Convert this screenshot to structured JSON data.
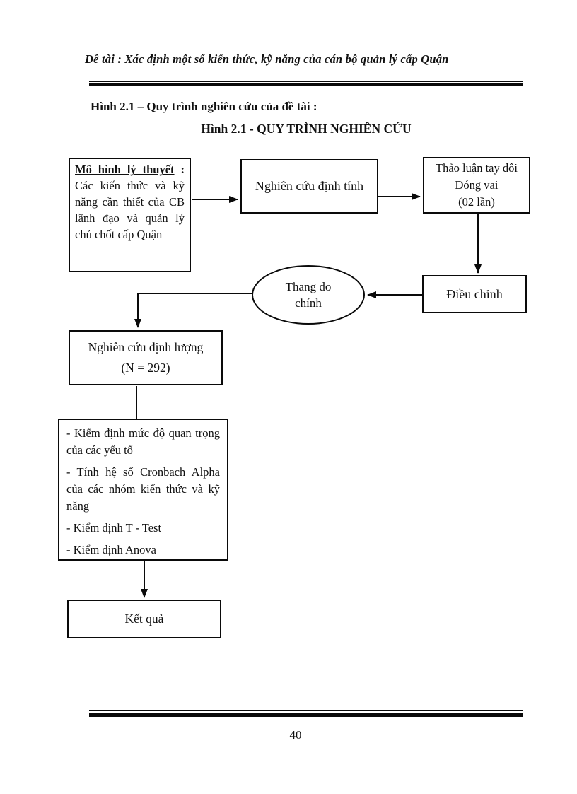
{
  "colors": {
    "ink": "#111111",
    "paper": "#ffffff"
  },
  "page": {
    "header": {
      "title": "Đề tài : Xác định một số kiến thức, kỹ năng của cán bộ quản lý cấp Quận"
    },
    "headings": {
      "caption": "Hình 2.1 – Quy trình nghiên cứu của đề tài :",
      "figure_title": "Hình 2.1 - QUY TRÌNH NGHIÊN CỨU"
    },
    "footer": {
      "page_number": "40"
    }
  },
  "flowchart": {
    "theory_box": {
      "title": "Mô hình lý thuyết",
      "title_suffix": " :",
      "body": "Các kiến thức và kỹ năng cần thiết của CB lãnh đạo và quản lý chủ chốt cấp Quận"
    },
    "qualitative_box": {
      "label": "Nghiên cứu định tính"
    },
    "discussion_box": {
      "lines": [
        "Thảo luận tay đôi",
        "Đóng vai",
        "(02 lần)"
      ]
    },
    "adjust_box": {
      "label": "Điều chỉnh"
    },
    "scale_ellipse": {
      "lines": [
        "Thang đo",
        "chính"
      ]
    },
    "quantitative_box": {
      "lines": [
        "Nghiên cứu định lượng",
        "(N = 292)"
      ]
    },
    "analysis_box": {
      "items": [
        "- Kiểm định mức độ quan trọng của các yếu tố",
        "- Tính hệ số Cronbach Alpha của các nhóm kiến thức và kỹ năng",
        "- Kiểm định T - Test",
        "- Kiểm định Anova"
      ]
    },
    "result_box": {
      "label": "Kết quả"
    }
  }
}
